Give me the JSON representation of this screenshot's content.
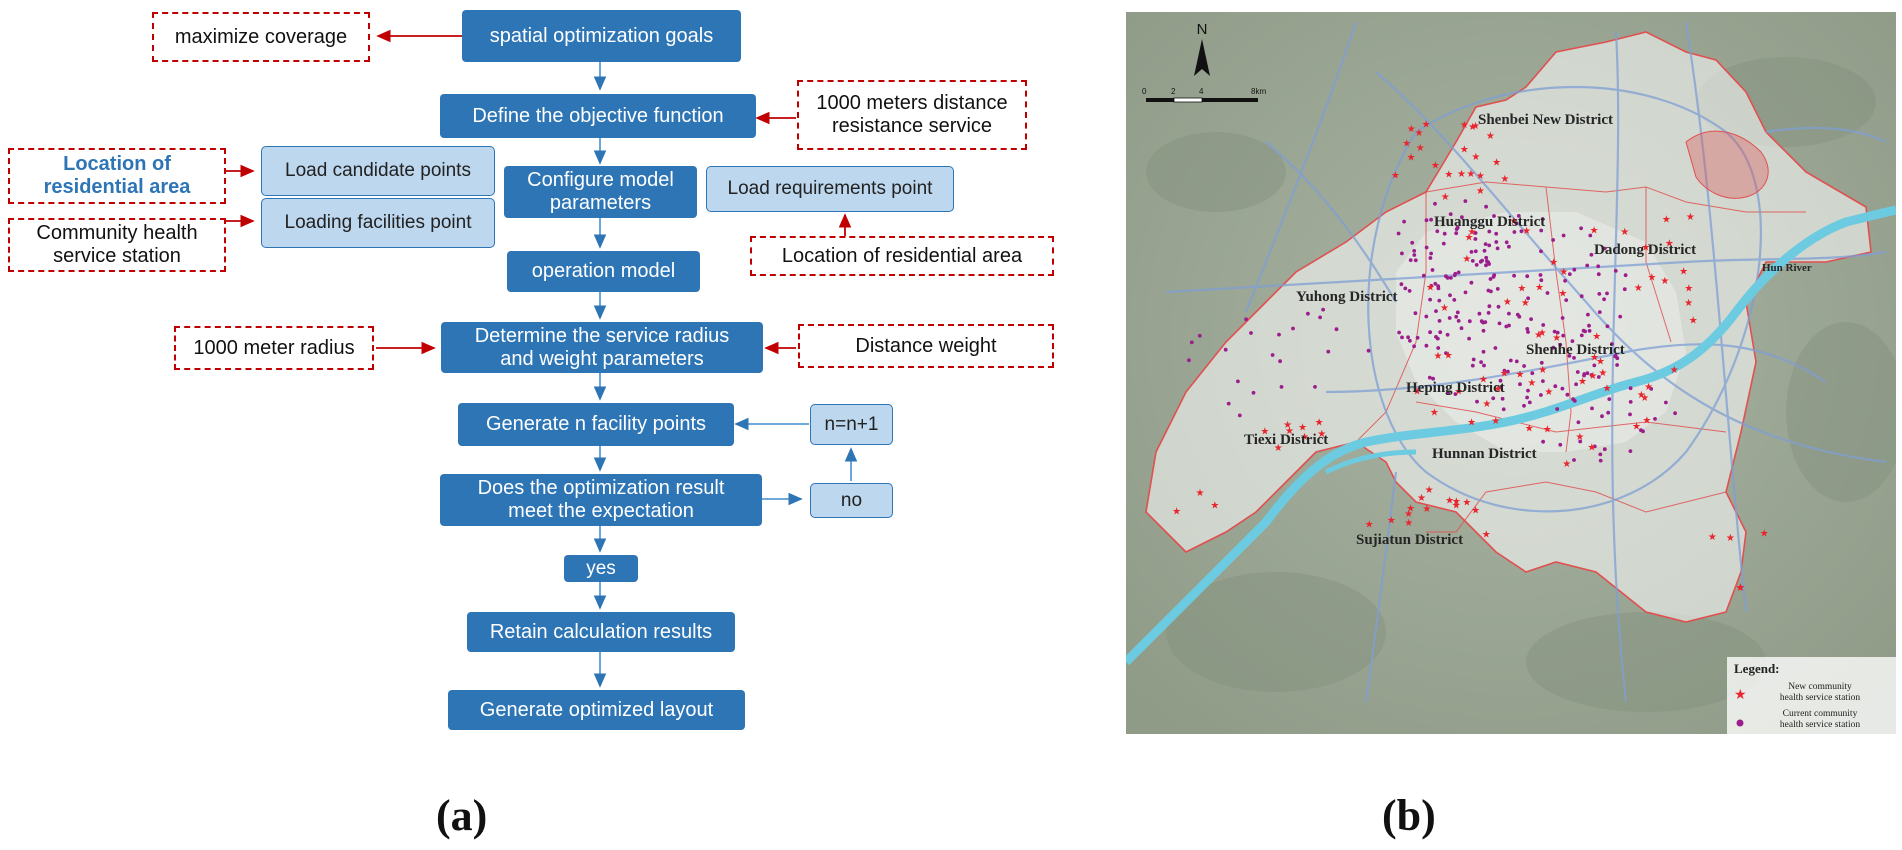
{
  "flowchart": {
    "goals": "spatial optimization goals",
    "maximize": "maximize coverage",
    "objective": "Define the objective function",
    "distance_resistance": [
      "1000 meters distance",
      "resistance service"
    ],
    "configure": [
      "Configure model",
      "parameters"
    ],
    "load_candidate": "Load candidate points",
    "loading_facilities": "Loading facilities point",
    "load_requirements": "Load requirements point",
    "residential_left": [
      "Location of",
      "residential area"
    ],
    "community_station": [
      "Community health",
      "service station"
    ],
    "residential_right": "Location of residential area",
    "operation": "operation model",
    "determine": [
      "Determine the service radius",
      "and weight parameters"
    ],
    "radius": "1000 meter radius",
    "distance_weight": "Distance weight",
    "generate_n": "Generate n facility points",
    "n_plus": "n=n+1",
    "does_meet": [
      "Does the optimization result",
      "meet the expectation"
    ],
    "no": "no",
    "yes": "yes",
    "retain": "Retain calculation results",
    "generate_layout": "Generate optimized layout"
  },
  "map": {
    "north": "N",
    "scale_ticks": [
      "0",
      "2",
      "4",
      "8km"
    ],
    "districts": {
      "shenbei": "Shenbei New District",
      "huanggu": "Huanggu District",
      "dadong": "Dadong District",
      "yuhong": "Yuhong District",
      "shenhe": "Shenhe District",
      "heping": "Heping District",
      "tiexi": "Tiexi District",
      "hunnan": "Hunnan District",
      "sujiatun": "Sujiatun District"
    },
    "river": "Hun River",
    "legend": {
      "title": "Legend:",
      "new_station": [
        "New community",
        "health service station"
      ],
      "current_station": [
        "Current community",
        "health service station"
      ]
    },
    "colors": {
      "new_station": "#e8262d",
      "current_station": "#9c1e8c",
      "boundary": "#e05050",
      "river": "#6ccbe0",
      "roads": "#7f9fd4"
    }
  },
  "captions": {
    "a": "(a)",
    "b": "(b)"
  }
}
